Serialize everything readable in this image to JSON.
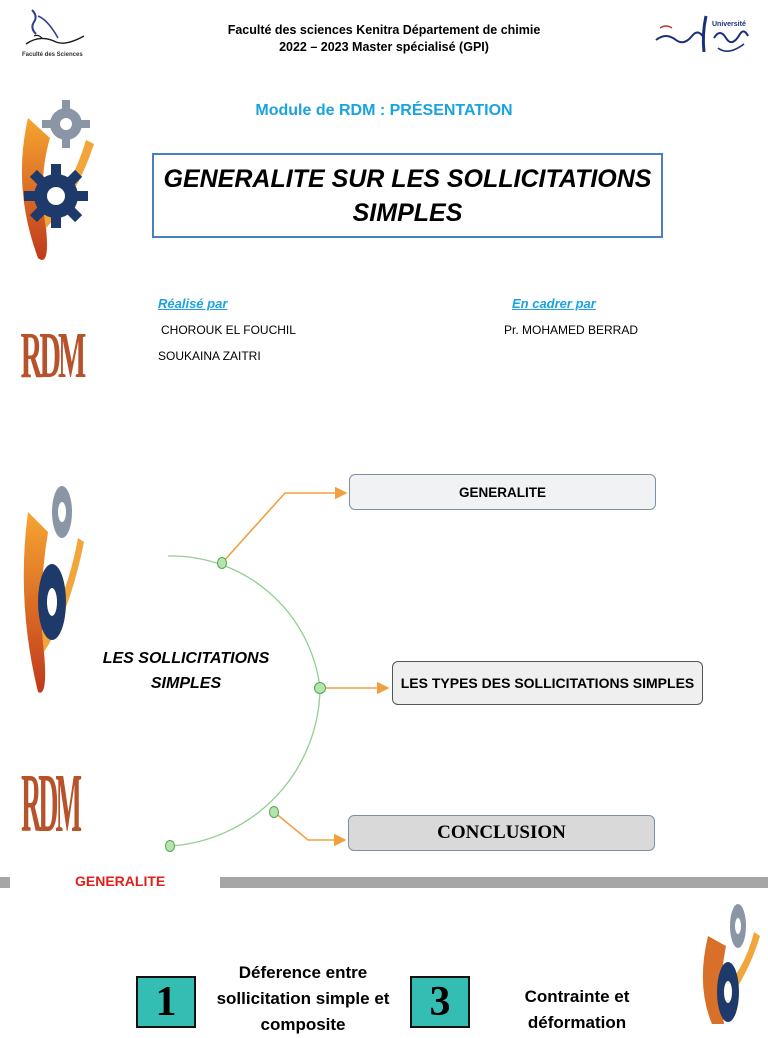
{
  "header": {
    "line1": "Faculté des sciences Kenitra Département de chimie",
    "line2": "2022 – 2023 Master spécialisé (GPI)",
    "left_logo_text": "Faculté des Sciences",
    "right_logo_text": "Université"
  },
  "module_title": "Module de RDM : PRÉSENTATION",
  "main_title": "GENERALITE SUR LES SOLLICITATIONS SIMPLES",
  "credits": {
    "made_by_label": "Réalisé par",
    "made_by": [
      "CHOROUK EL FOUCHIL",
      "SOUKAINA ZAITRI"
    ],
    "supervised_by_label": "En cadrer par",
    "supervisor": "Pr. MOHAMED BERRAD"
  },
  "side_logo_text": "RDM",
  "mindmap": {
    "center_label": "LES SOLLICITATIONS SIMPLES",
    "nodes": [
      "GENERALITE",
      "LES TYPES DES SOLLICITATIONS SIMPLES",
      "CONCLUSION"
    ]
  },
  "bottom_nav": {
    "active_label": "GENERALITE",
    "items": [
      {
        "number": "1",
        "caption": "Déference entre sollicitation simple et composite"
      },
      {
        "number": "3",
        "caption": "Contrainte et déformation"
      }
    ]
  },
  "colors": {
    "accent_blue": "#1aa3e0",
    "title_border": "#4a7fc1",
    "arrow_orange": "#f0a040",
    "curve_green": "#8fd08f",
    "nav_red": "#e0201b",
    "number_teal": "#33bdb3"
  }
}
